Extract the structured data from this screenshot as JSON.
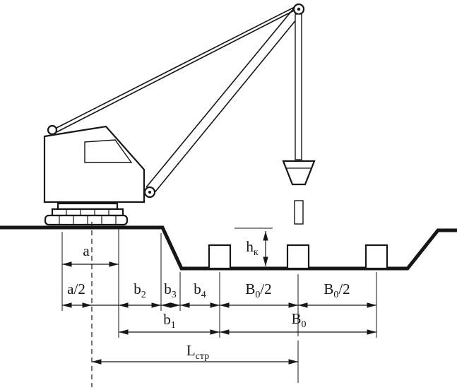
{
  "figure": {
    "colors": {
      "line": "#161616",
      "background": "#ffffff"
    },
    "labels": {
      "a": {
        "base": "a",
        "sub": "",
        "rest": ""
      },
      "a_half": {
        "base": "a/2",
        "sub": "",
        "rest": ""
      },
      "b1": {
        "base": "b",
        "sub": "1",
        "rest": ""
      },
      "b2": {
        "base": "b",
        "sub": "2",
        "rest": ""
      },
      "b3": {
        "base": "b",
        "sub": "3",
        "rest": ""
      },
      "b4": {
        "base": "b",
        "sub": "4",
        "rest": ""
      },
      "B0_half_left": {
        "base": "B",
        "sub": "0",
        "rest": "/2"
      },
      "B0_half_right": {
        "base": "B",
        "sub": "0",
        "rest": "/2"
      },
      "B0": {
        "base": "B",
        "sub": "0",
        "rest": ""
      },
      "L_str": {
        "base": "L",
        "sub": "стр",
        "rest": ""
      },
      "h_k": {
        "base": "h",
        "sub": "к",
        "rest": ""
      }
    }
  }
}
